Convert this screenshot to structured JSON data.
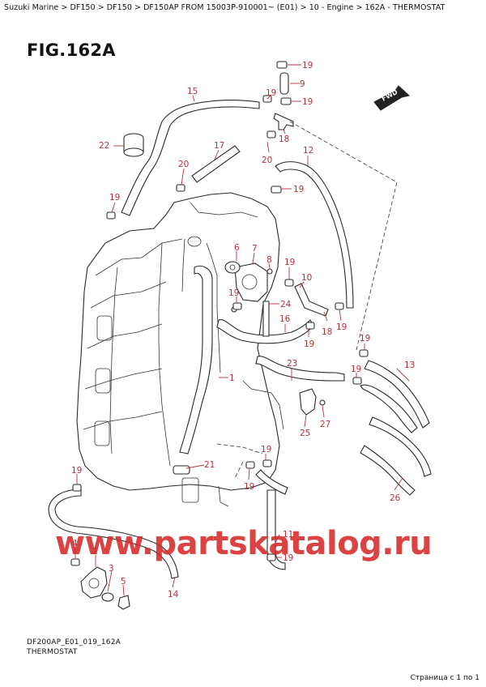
{
  "breadcrumb": "Suzuki Marine > DF150 > DF150 > DF150AP FROM 15003P-910001~ (E01) > 10 - Engine > 162A - THERMOSTAT",
  "figure": {
    "title": "FIG.162A"
  },
  "forward_label": "FWD",
  "callouts": {
    "p19a": "19",
    "p9": "9",
    "p19b": "19",
    "p19c": "19",
    "p15": "15",
    "p18a": "18",
    "p22": "22",
    "p17": "17",
    "p12": "12",
    "p20a": "20",
    "p20b": "20",
    "p19d": "19",
    "p19e": "19",
    "p6": "6",
    "p7": "7",
    "p8": "8",
    "p19f": "19",
    "p10": "10",
    "p19g": "19",
    "p24": "24",
    "p16": "16",
    "p18b": "18",
    "p19h": "19",
    "p19i": "19",
    "p19j": "19",
    "p13": "13",
    "p23": "23",
    "p1": "1",
    "p19k": "19",
    "p27": "27",
    "p25": "25",
    "p19l": "19",
    "p21": "21",
    "p19m": "19",
    "p26": "26",
    "p19n": "19",
    "p11": "11",
    "p4": "4",
    "p2": "2",
    "p19o": "19",
    "p3": "3",
    "p5": "5",
    "p14": "14"
  },
  "footer": {
    "diagram_code": "DF200AP_E01_019_162A",
    "diagram_name": "THERMOSTAT",
    "page_info": "Страница с 1 по 1"
  },
  "watermark": "www.partskatalog.ru",
  "colors": {
    "callout": "#b8323d",
    "watermark": "#d62828",
    "line": "#2a2a2a"
  }
}
